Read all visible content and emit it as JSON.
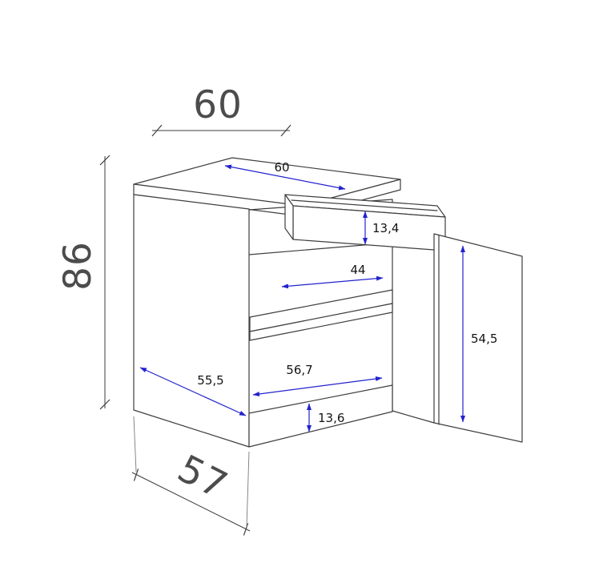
{
  "diagram": {
    "type": "furniture-dimension-drawing",
    "subject": "base cabinet with open drawer and open door"
  },
  "colors": {
    "background": "#ffffff",
    "line": "#3e3e3e",
    "arrow_blue": "#2222cf",
    "small_label_text": "#141414",
    "big_label_text": "#4c4c4c"
  },
  "labels": {
    "overall_width": "60",
    "overall_height": "86",
    "overall_depth": "57",
    "top_width": "60",
    "drawer_height": "13,4",
    "shelf_width": "44",
    "door_height": "54,5",
    "bottom_depth": "55,5",
    "inner_width": "56,7",
    "plinth_height": "13,6"
  }
}
